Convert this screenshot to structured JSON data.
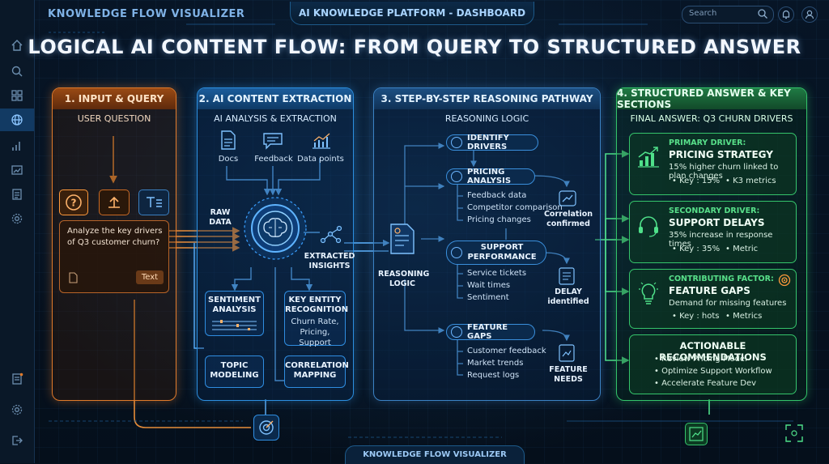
{
  "app_title": "KNOWLEDGE FLOW VISUALIZER",
  "top_title": "AI KNOWLEDGE PLATFORM - DASHBOARD",
  "search_placeholder": "Search",
  "main_title": "LOGICAL AI CONTENT FLOW: FROM QUERY TO STRUCTURED ANSWER",
  "footer": "KNOWLEDGE FLOW VISUALIZER",
  "colors": {
    "orange": "#e07a2a",
    "blue": "#2c8fe0",
    "green": "#33c46a",
    "bg": "#06121f"
  },
  "sidebar": {
    "icons": [
      "home-icon",
      "search-icon",
      "grid-icon",
      "globe-icon",
      "bar-chart-icon",
      "chart-window-icon",
      "document-icon",
      "gear-icon",
      "notes-icon",
      "settings-icon",
      "logout-icon"
    ]
  },
  "panel1": {
    "header": "1. INPUT & QUERY",
    "sub": "USER QUESTION",
    "question": "Analyze the key drivers of Q3 customer churn?",
    "text_button": "Text"
  },
  "panel2": {
    "header": "2. AI CONTENT EXTRACTION",
    "sub": "AI ANALYSIS & EXTRACTION",
    "sources": [
      "Docs",
      "Feedback",
      "Data points"
    ],
    "raw_data": "RAW DATA",
    "extracted": "EXTRACTED INSIGHTS",
    "sentiment": "SENTIMENT ANALYSIS",
    "key_entity": "KEY ENTITY RECOGNITION",
    "key_entity_sub": "Churn Rate, Pricing, Support",
    "topic": "TOPIC MODELING",
    "correlation": "CORRELATION MAPPING"
  },
  "panel3": {
    "header": "3. STEP-BY-STEP REASONING PATHWAY",
    "sub": "REASONING LOGIC",
    "reasoning_logic": "REASONING LOGIC",
    "identify": "IDENTIFY DRIVERS",
    "pricing": "PRICING ANALYSIS",
    "pricing_items": [
      "Feedback data",
      "Competitor comparison",
      "Pricing changes"
    ],
    "correlation_confirmed": "Correlation confirmed",
    "support": "SUPPORT PERFORMANCE",
    "support_items": [
      "Service tickets",
      "Wait times",
      "Sentiment"
    ],
    "delay": "DELAY identified",
    "feature": "FEATURE GAPS",
    "feature_items": [
      "Customer feedback",
      "Market trends",
      "Request logs"
    ],
    "feature_needs": "FEATURE NEEDS"
  },
  "panel4": {
    "header": "4. STRUCTURED ANSWER & KEY SECTIONS",
    "sub": "FINAL ANSWER: Q3 CHURN DRIVERS",
    "cards": [
      {
        "label": "PRIMARY DRIVER:",
        "title": "PRICING STRATEGY",
        "desc": "15% higher churn linked to plan changes",
        "key": "Key : 15%",
        "metric": "K3 metrics"
      },
      {
        "label": "SECONDARY DRIVER:",
        "title": "SUPPORT DELAYS",
        "desc": "35% increase in response times",
        "key": "Key : 35%",
        "metric": "Metric"
      },
      {
        "label": "CONTRIBUTING FACTOR:",
        "title": "FEATURE GAPS",
        "desc": "Demand for missing features",
        "key": "Key : hots",
        "metric": "Metrics"
      }
    ],
    "recommend_title": "ACTIONABLE RECOMMENDATIONS",
    "recommendations": [
      "Review Pricing Model",
      "Optimize Support Workflow",
      "Accelerate Feature Dev"
    ]
  }
}
